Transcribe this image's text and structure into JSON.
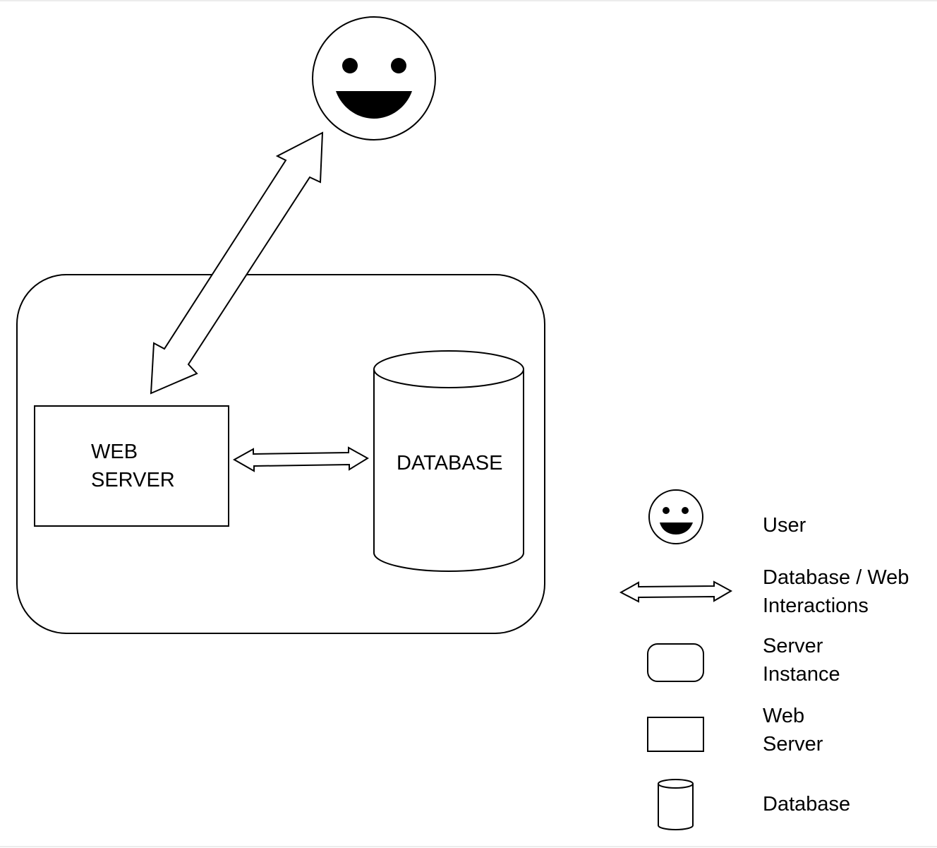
{
  "diagram": {
    "web_server_label": {
      "line1": "WEB",
      "line2": "SERVER"
    },
    "database_label": "DATABASE"
  },
  "legend": {
    "user": "User",
    "interactions": {
      "line1": "Database / Web",
      "line2": "Interactions"
    },
    "server_instance": {
      "line1": "Server",
      "line2": "Instance"
    },
    "web_server": {
      "line1": "Web",
      "line2": "Server"
    },
    "database": "Database"
  }
}
